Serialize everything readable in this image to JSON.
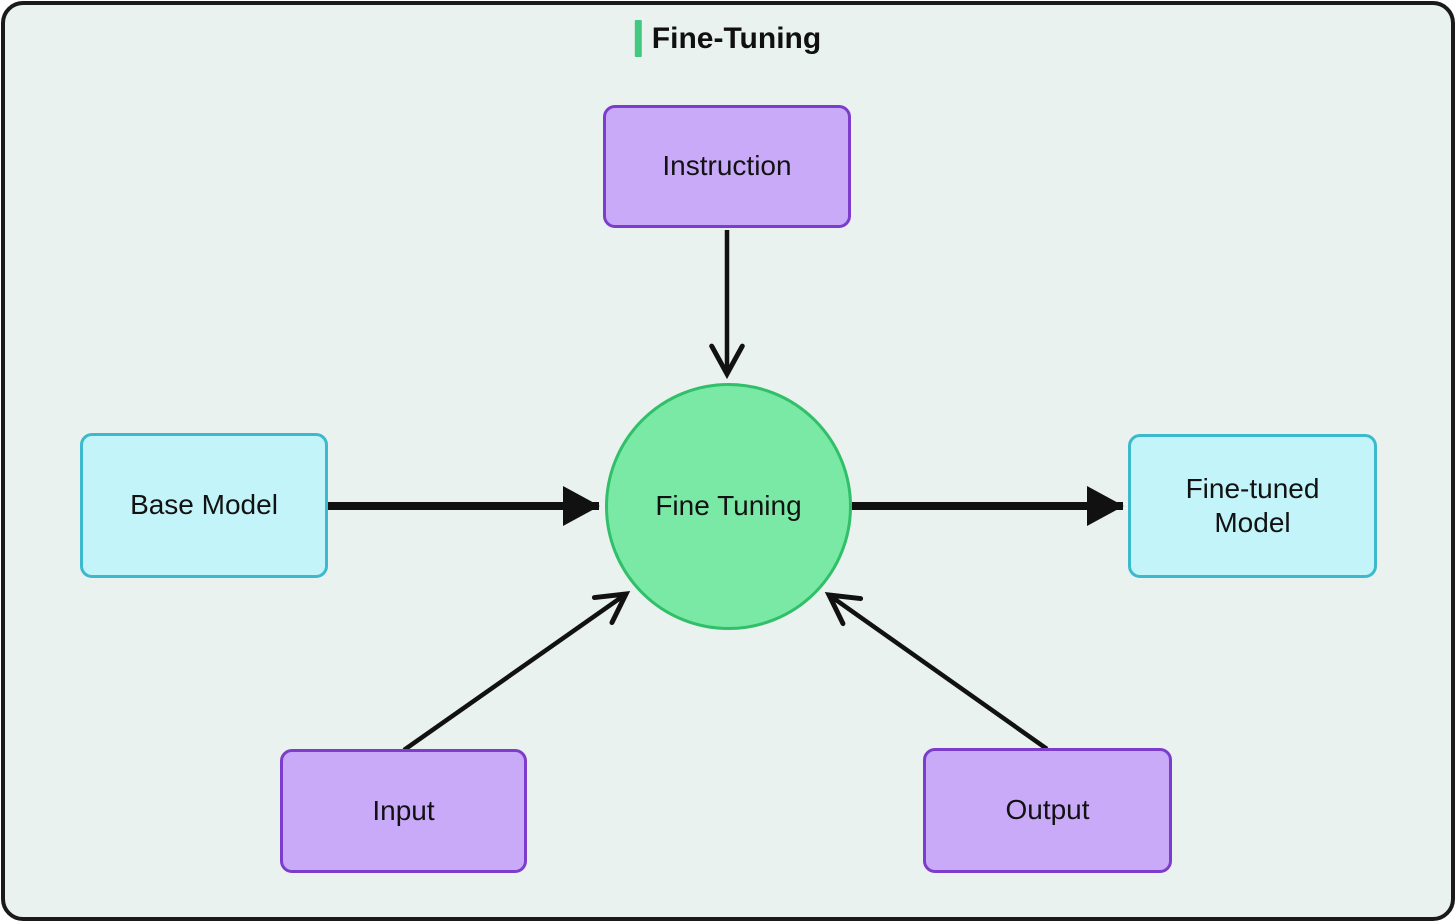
{
  "page": {
    "outer_background": "#ffffff",
    "canvas_background": "#e9f2ee",
    "frame_border_color": "#1a1a1a"
  },
  "title": {
    "text": "Fine-Tuning",
    "accent_color": "#41c981",
    "text_color": "#101010"
  },
  "nodes": {
    "instruction": {
      "label": "Instruction",
      "shape": "rectangle",
      "fill": "#c9aaf9",
      "border": "#7e3ccc"
    },
    "base_model": {
      "label": "Base Model",
      "shape": "rectangle",
      "fill": "#c2f4fa",
      "border": "#3cb9cd"
    },
    "fine_tuning": {
      "label": "Fine Tuning",
      "shape": "circle",
      "fill": "#79e9a5",
      "border": "#31bf69"
    },
    "fine_tuned_model": {
      "label": "Fine-tuned Model",
      "shape": "rectangle",
      "fill": "#c2f4fa",
      "border": "#3cb9cd"
    },
    "input": {
      "label": "Input",
      "shape": "rectangle",
      "fill": "#c9aaf9",
      "border": "#7e3ccc"
    },
    "output": {
      "label": "Output",
      "shape": "rectangle",
      "fill": "#c9aaf9",
      "border": "#7e3ccc"
    }
  },
  "edges": {
    "color": "#111111",
    "list": [
      {
        "from": "base_model",
        "to": "fine_tuning",
        "style": "thick",
        "head": "solid-triangle"
      },
      {
        "from": "fine_tuning",
        "to": "fine_tuned_model",
        "style": "thick",
        "head": "solid-triangle"
      },
      {
        "from": "instruction",
        "to": "fine_tuning",
        "style": "thin",
        "head": "open-vee"
      },
      {
        "from": "input",
        "to": "fine_tuning",
        "style": "thin",
        "head": "open-vee"
      },
      {
        "from": "output",
        "to": "fine_tuning",
        "style": "thin",
        "head": "open-vee"
      }
    ]
  }
}
